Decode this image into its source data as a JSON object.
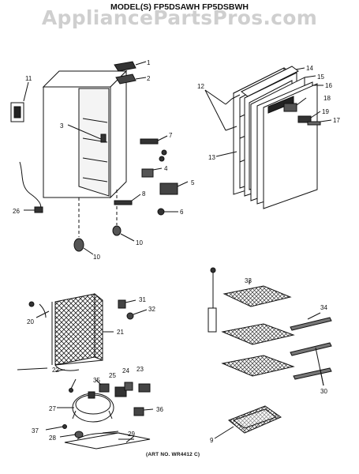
{
  "watermark": "AppliancePartsPros.com",
  "model_title": "MODEL(S) FP5DSAWH   FP5DSBWH",
  "art_number": "(ART NO. WR4412 C)",
  "callouts": {
    "c1": "1",
    "c2": "2",
    "c3": "3",
    "c4": "4",
    "c5": "5",
    "c6": "6",
    "c7": "7",
    "c8": "8",
    "c9": "9",
    "c10a": "10",
    "c10b": "10",
    "c11": "11",
    "c12": "12",
    "c13": "13",
    "c14": "14",
    "c15": "15",
    "c16": "16",
    "c17": "17",
    "c18": "18",
    "c19": "19",
    "c20": "20",
    "c21": "21",
    "c22": "22",
    "c23": "23",
    "c24": "24",
    "c25": "25",
    "c26": "26",
    "c27": "27",
    "c28": "28",
    "c29": "29",
    "c30": "30",
    "c31": "31",
    "c32": "32",
    "c33": "33",
    "c34": "34",
    "c35": "35",
    "c36": "36",
    "c37": "37"
  }
}
